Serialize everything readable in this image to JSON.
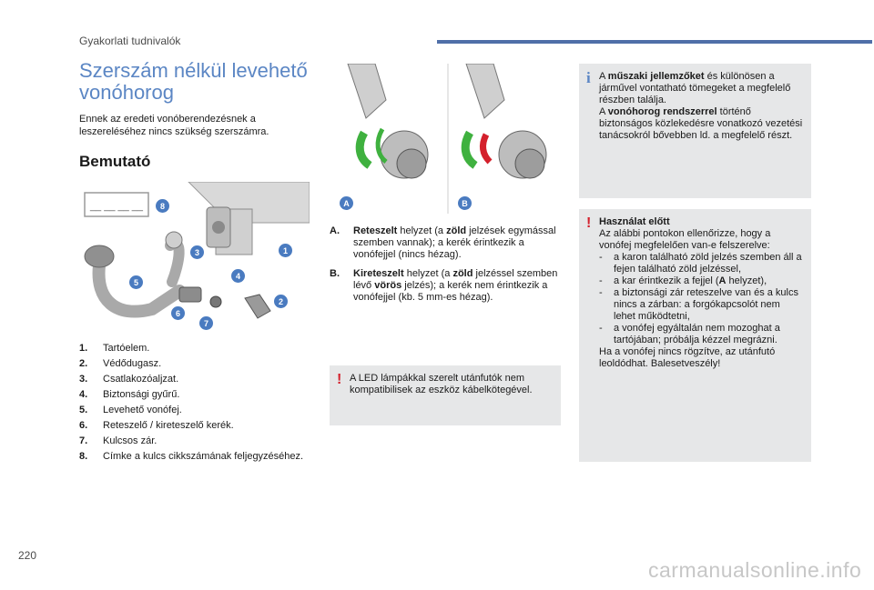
{
  "header": {
    "section": "Gyakorlati tudnivalók"
  },
  "title": "Szerszám nélkül levehető vonóhorog",
  "intro": "Ennek az eredeti vonóberendezésnek a leszereléséhez nincs szükség szerszámra.",
  "subheading": "Bemutató",
  "figure_left": {
    "label_placeholder": "__ __ __ __",
    "callouts": [
      "1",
      "2",
      "3",
      "4",
      "5",
      "6",
      "7",
      "8"
    ]
  },
  "figure_mid": {
    "label_a": "A",
    "label_b": "B"
  },
  "legend": [
    {
      "num": "1.",
      "text": "Tartóelem."
    },
    {
      "num": "2.",
      "text": "Védődugasz."
    },
    {
      "num": "3.",
      "text": "Csatlakozóaljzat."
    },
    {
      "num": "4.",
      "text": "Biztonsági gyűrű."
    },
    {
      "num": "5.",
      "text": "Levehető vonófej."
    },
    {
      "num": "6.",
      "text": "Reteszelő / kireteszelő kerék."
    },
    {
      "num": "7.",
      "text": "Kulcsos zár."
    },
    {
      "num": "8.",
      "text": "Címke a kulcs cikkszámának feljegyzéséhez."
    }
  ],
  "positions": {
    "a": {
      "key": "A.",
      "word": "Reteszelt",
      "t1": " helyzet (a ",
      "green": "zöld",
      "t2": " jelzések egymással szemben vannak); a kerék érintkezik a vonófejjel (nincs hézag)."
    },
    "b": {
      "key": "B.",
      "word": "Kireteszelt",
      "t1": " helyzet (a ",
      "green": "zöld",
      "t2": " jelzéssel szemben lévő ",
      "red": "vörös",
      "t3": " jelzés); a kerék nem érintkezik a vonófejjel (kb. 5 mm-es hézag)."
    }
  },
  "led_box": {
    "mark": "!",
    "text": "A LED lámpákkal szerelt utánfutók nem kompatibilisek az eszköz kábelkötegével."
  },
  "info_box": {
    "mark": "i",
    "t1": "A ",
    "b1": "műszaki jellemzőket",
    "t2": " és különösen a járművel vontatható tömegeket a megfelelő részben találja.",
    "t3": "A ",
    "b2": "vonóhorog rendszerrel",
    "t4": " történő biztonságos közlekedésre vonatkozó vezetési tanácsokról bővebben ld. a megfelelő részt."
  },
  "warn_box": {
    "mark": "!",
    "title": "Használat előtt",
    "intro": "Az alábbi pontokon ellenőrizze, hogy a vonófej megfelelően van-e felszerelve:",
    "dash": "-",
    "item1": "a karon található zöld jelzés szemben áll a fejen található zöld jelzéssel,",
    "item2_a": "a kar érintkezik a fejjel (",
    "item2_b": "A",
    "item2_c": " helyzet),",
    "item3": "a biztonsági zár reteszelve van és a kulcs nincs a zárban: a forgókapcsolót nem lehet működtetni,",
    "item4": "a vonófej egyáltalán nem mozoghat a tartójában; próbálja kézzel megrázni.",
    "outro": "Ha a vonófej nincs rögzítve, az utánfutó leoldódhat. Balesetveszély!"
  },
  "colors": {
    "accent_blue": "#5b86c4",
    "callout_blue": "#4a7bc0",
    "green": "#3fb13f",
    "red": "#d4202c",
    "box_grey": "#e6e7e8"
  },
  "page_number": "220",
  "watermark": "carmanualsonline.info"
}
